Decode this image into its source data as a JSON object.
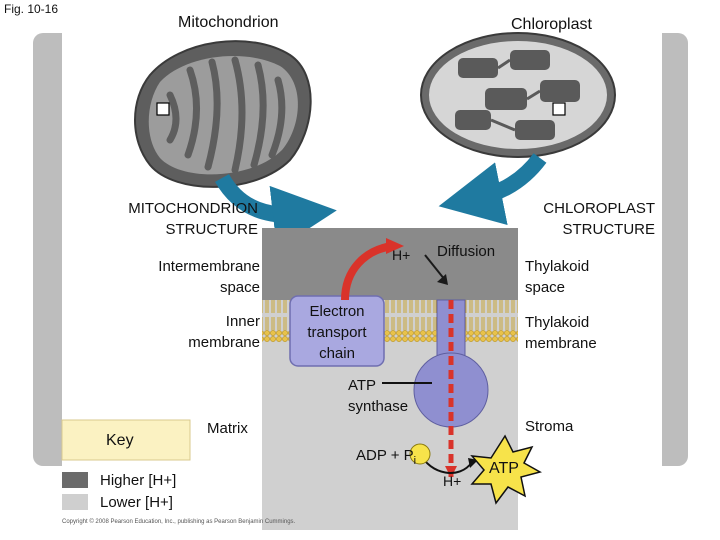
{
  "figure_label": "Fig. 10-16",
  "titles": {
    "mitochondrion": "Mitochondrion",
    "chloroplast": "Chloroplast"
  },
  "structure_headings": {
    "mito": [
      "MITOCHONDRION",
      "STRUCTURE"
    ],
    "chloro": [
      "CHLOROPLAST",
      "STRUCTURE"
    ]
  },
  "left_labels": {
    "intermembrane": [
      "Intermembrane",
      "space"
    ],
    "inner": [
      "Inner",
      "membrane"
    ],
    "matrix": "Matrix"
  },
  "right_labels": {
    "thylakoid_space": [
      "Thylakoid",
      "space"
    ],
    "thylakoid_membrane": [
      "Thylakoid",
      "membrane"
    ],
    "stroma": "Stroma"
  },
  "center_labels": {
    "h_plus_top": "H+",
    "diffusion": "Diffusion",
    "etc": [
      "Electron",
      "transport",
      "chain"
    ],
    "atp_synthase": [
      "ATP",
      "synthase"
    ],
    "adp": "ADP + P",
    "adp_sub": "i",
    "h_plus_bottom": "H+",
    "atp": "ATP"
  },
  "key": {
    "title": "Key",
    "items": [
      {
        "label": "Higher [H+]",
        "color": "#6b6b6b"
      },
      {
        "label": "Lower [H+]",
        "color": "#cfcfcf"
      }
    ]
  },
  "copyright": "Copyright © 2008 Pearson Education, Inc., publishing as Pearson Benjamin Cummings.",
  "colors": {
    "backdrop": "#bdbdbd",
    "dark_region": "#8a8a8a",
    "light_region": "#d0d0d0",
    "membrane_yellow": "#e8c24a",
    "arrow_blue": "#1f7aa0",
    "synthase_purple": "#8f8fd0",
    "etc_purple": "#a9a8e0",
    "proton_red": "#d9332a",
    "atp_yellow": "#f7e34a"
  }
}
